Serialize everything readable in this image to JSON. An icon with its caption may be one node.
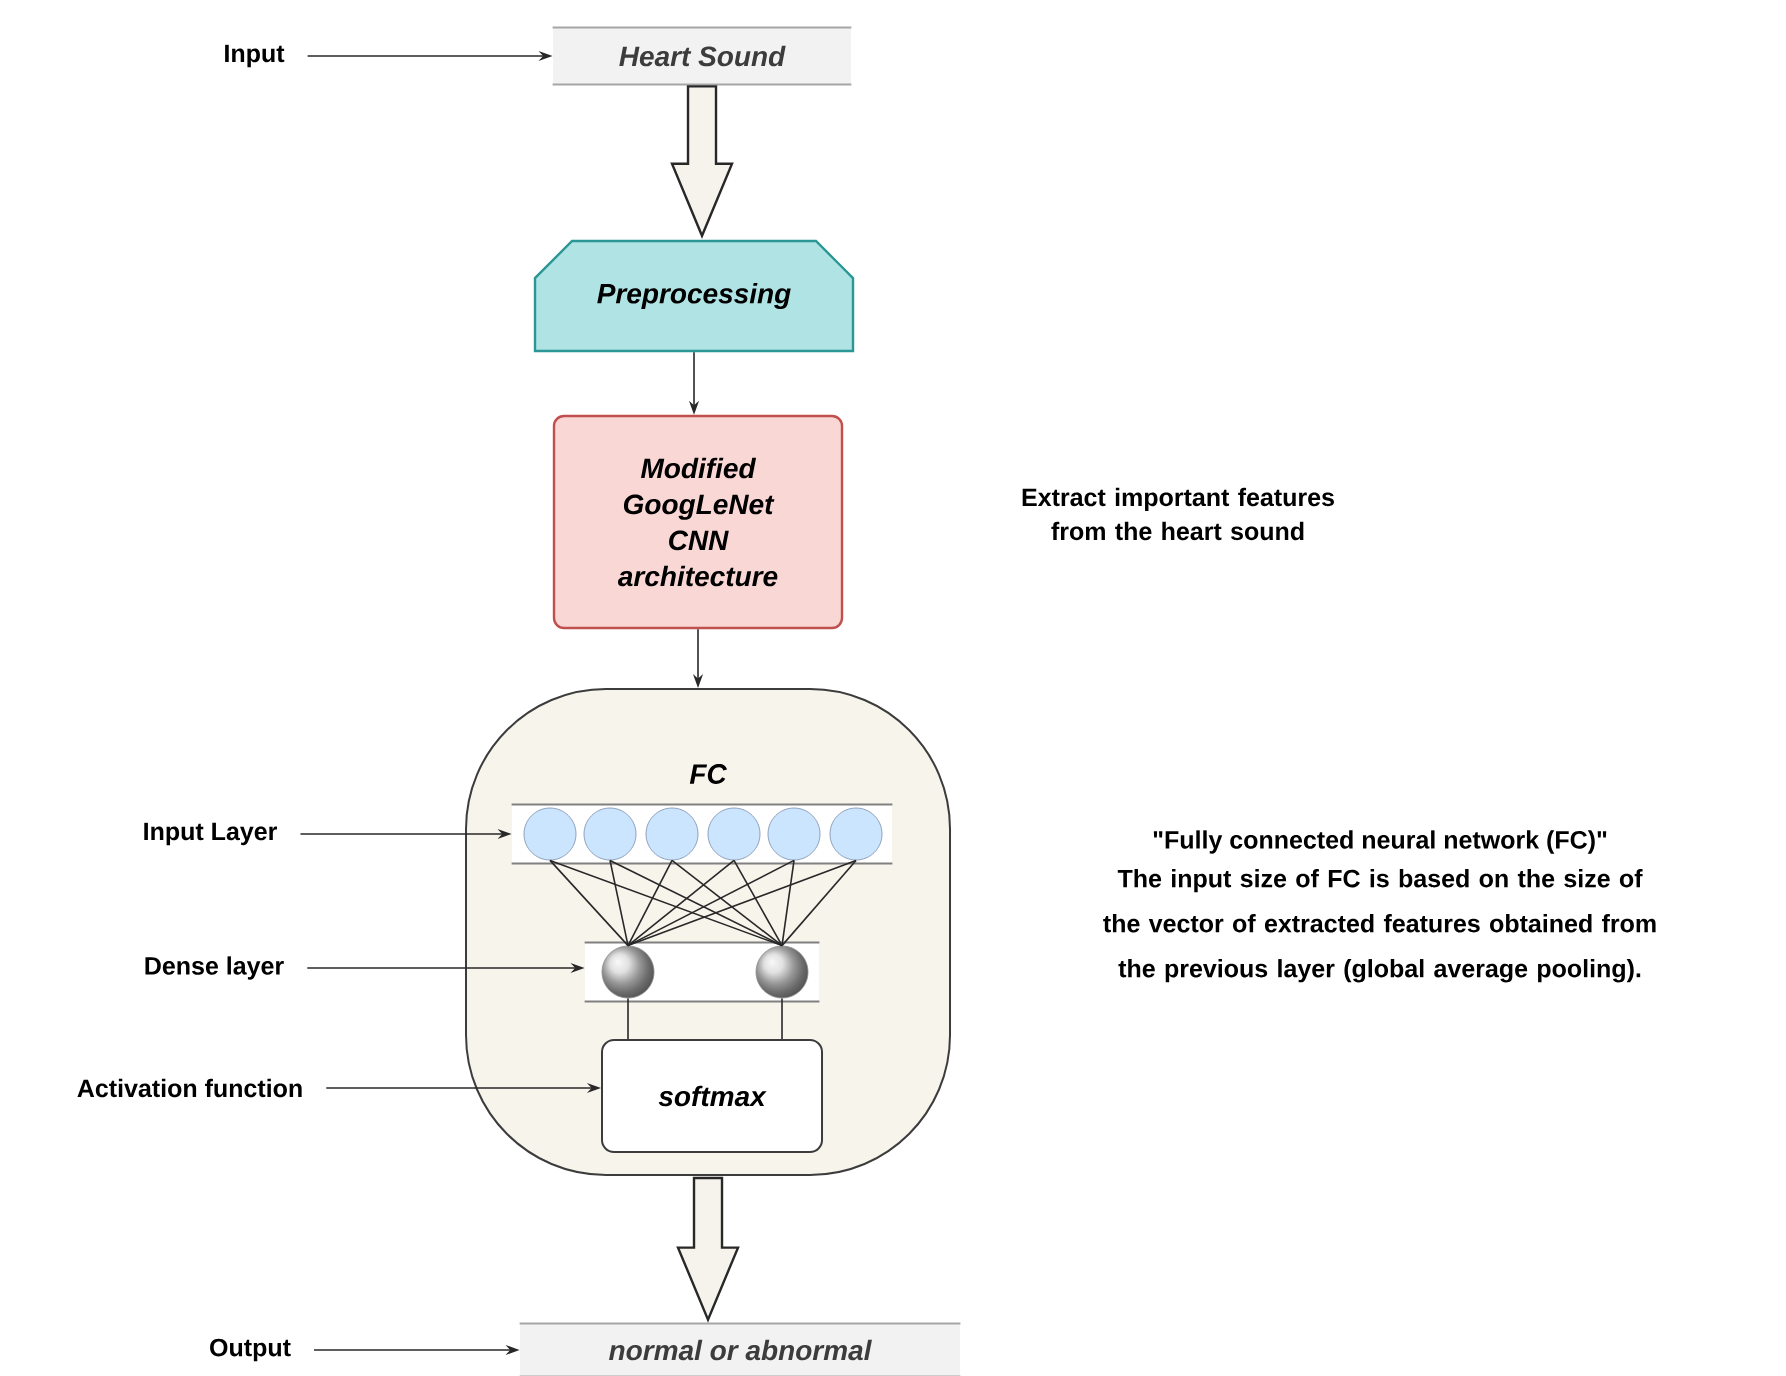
{
  "diagram": {
    "nodes": [
      {
        "text": [
          "Input"
        ]
      },
      {
        "text": [
          "Heart Sound"
        ]
      },
      {
        "text": [
          "Preprocessing"
        ]
      },
      {
        "text": [
          "Modified GoogLeNet CNN architecture"
        ]
      },
      {
        "text": [
          "FC"
        ]
      },
      {
        "text": [],
        "shape": "bar",
        "in": 4
      },
      {
        "text": [],
        "shape": "circle",
        "in": 5
      },
      {
        "text": [],
        "shape": "circle",
        "in": 5
      },
      {
        "text": [],
        "shape": "circle",
        "in": 5
      },
      {
        "text": [],
        "shape": "circle",
        "in": 5
      },
      {
        "text": [],
        "shape": "circle",
        "in": 5
      },
      {
        "text": [],
        "shape": "circle",
        "in": 5
      },
      {
        "text": [],
        "shape": "bar",
        "in": 4
      },
      {
        "text": [],
        "shape": "circle",
        "in": 12
      },
      {
        "text": [],
        "shape": "circle",
        "in": 12
      },
      {
        "text": [
          "softmax"
        ],
        "in": 4
      },
      {
        "text": [
          "Input Layer"
        ]
      },
      {
        "text": [
          "Dense layer"
        ]
      },
      {
        "text": [
          "Activation function"
        ]
      },
      {
        "text": [
          "Output"
        ]
      },
      {
        "text": [
          "normal or abnormal"
        ]
      }
    ],
    "edges": [
      {
        "from": 0,
        "to": 1,
        "arrow": "to"
      },
      {
        "from": 1,
        "to": 2,
        "arrow": "to",
        "style": "thick"
      },
      {
        "from": 2,
        "to": 3,
        "arrow": "to"
      },
      {
        "from": 3,
        "to": 4,
        "arrow": "to"
      },
      {
        "from": 6,
        "to": 13,
        "arrow": "none"
      },
      {
        "from": 6,
        "to": 14,
        "arrow": "none"
      },
      {
        "from": 7,
        "to": 13,
        "arrow": "none"
      },
      {
        "from": 7,
        "to": 14,
        "arrow": "none"
      },
      {
        "from": 8,
        "to": 13,
        "arrow": "none"
      },
      {
        "from": 8,
        "to": 14,
        "arrow": "none"
      },
      {
        "from": 9,
        "to": 13,
        "arrow": "none"
      },
      {
        "from": 9,
        "to": 14,
        "arrow": "none"
      },
      {
        "from": 10,
        "to": 13,
        "arrow": "none"
      },
      {
        "from": 10,
        "to": 14,
        "arrow": "none"
      },
      {
        "from": 11,
        "to": 13,
        "arrow": "none"
      },
      {
        "from": 11,
        "to": 14,
        "arrow": "none"
      },
      {
        "from": 13,
        "to": 15,
        "arrow": "none"
      },
      {
        "from": 14,
        "to": 15,
        "arrow": "none"
      },
      {
        "from": 16,
        "to": 5,
        "arrow": "to"
      },
      {
        "from": 17,
        "to": 12,
        "arrow": "to"
      },
      {
        "from": 18,
        "to": 15,
        "arrow": "to"
      },
      {
        "from": 4,
        "to": 20,
        "arrow": "to",
        "style": "thick"
      },
      {
        "from": 19,
        "to": 20,
        "arrow": "to"
      }
    ],
    "labels": [
      "Extract important features from the heart sound",
      "\"Fully connected neural network (FC)\"",
      "The input size of FC is based on the size of the vector of extracted features obtained from the previous layer (global average pooling)."
    ]
  }
}
